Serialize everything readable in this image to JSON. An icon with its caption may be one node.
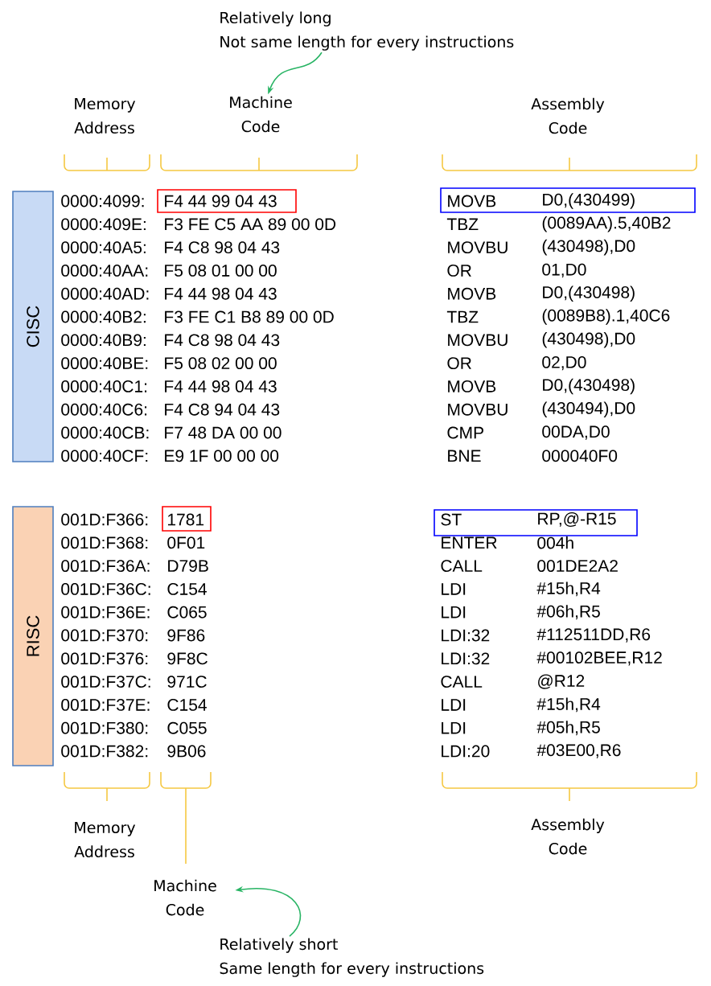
{
  "diagram": {
    "nodes": [
      {
        "text": [
          "CISC"
        ]
      },
      {
        "text": [
          "RISC"
        ]
      },
      {
        "text": [
          "Relatively long",
          "Not same length for every instructions"
        ]
      },
      {
        "text": [
          "Machine Code"
        ]
      },
      {
        "text": [
          "Relatively short",
          "Same length for every instructions"
        ]
      },
      {
        "text": [
          "Machine Code"
        ]
      }
    ],
    "edges": [
      {
        "from": 2,
        "to": 3,
        "arrow": "to"
      },
      {
        "from": 4,
        "to": 5,
        "arrow": "to"
      }
    ],
    "labels": [
      "Memory Address",
      "Assembly Code",
      "0000:4099:",
      "F4 44 99 04 43",
      "MOVB",
      "D0,(430499)",
      "0000:409E:",
      "F3 FE C5 AA 89 00 0D",
      "TBZ",
      "(0089AA).5,40B2",
      "0000:40A5:",
      "F4 C8 98 04 43",
      "MOVBU",
      "(430498),D0",
      "0000:40AA:",
      "F5 08 01 00 00",
      "OR",
      "01,D0",
      "0000:40AD:",
      "F4 44 98 04 43",
      "MOVB",
      "D0,(430498)",
      "0000:40B2:",
      "F3 FE C1 B8 89 00 0D",
      "TBZ",
      "(0089B8).1,40C6",
      "0000:40B9:",
      "F4 C8 98 04 43",
      "MOVBU",
      "(430498),D0",
      "0000:40BE:",
      "F5 08 02 00 00",
      "OR",
      "02,D0",
      "0000:40C1:",
      "F4 44 98 04 43",
      "MOVB",
      "D0,(430498)",
      "0000:40C6:",
      "F4 C8 94 04 43",
      "MOVBU",
      "(430494),D0",
      "0000:40CB:",
      "F7 48 DA 00 00",
      "CMP",
      "00DA,D0",
      "0000:40CF:",
      "E9 1F 00 00 00",
      "BNE",
      "000040F0",
      "001D:F366:",
      "1781",
      "ST",
      "RP,@-R15",
      "001D:F368:",
      "0F01",
      "ENTER",
      "004h",
      "001D:F36A:",
      "D79B",
      "CALL",
      "001DE2A2",
      "001D:F36C:",
      "C154",
      "LDI",
      "#15h,R4",
      "001D:F36E:",
      "C065",
      "LDI",
      "#06h,R5",
      "001D:F370:",
      "9F86",
      "LDI:32",
      "#112511DD,R6",
      "001D:F376:",
      "9F8C",
      "LDI:32",
      "#00102BEE,R12",
      "001D:F37C:",
      "971C",
      "CALL",
      "@R12",
      "001D:F37E:",
      "C154",
      "LDI",
      "#15h,R4",
      "001D:F380:",
      "C055",
      "LDI",
      "#05h,R5",
      "001D:F382:",
      "9B06",
      "LDI:20",
      "#03E00,R6",
      "Memory Address",
      "Assembly Code"
    ]
  }
}
